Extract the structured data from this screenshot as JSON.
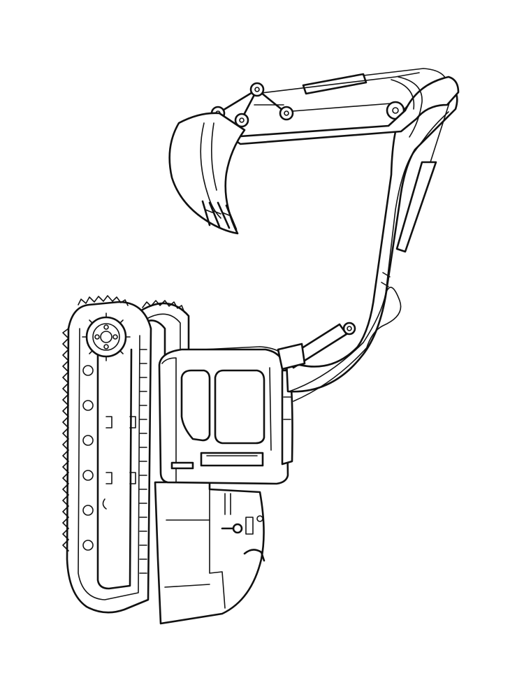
{
  "image": {
    "subject": "excavator-line-drawing",
    "style": "black outline on white",
    "colors": {
      "background": "#ffffff",
      "line": "#111111"
    },
    "parts": [
      "track-left",
      "track-right",
      "sprocket-wheel",
      "cab",
      "counterweight",
      "boom",
      "stick",
      "bucket",
      "hydraulic-cylinders",
      "hydraulic-hoses"
    ]
  }
}
